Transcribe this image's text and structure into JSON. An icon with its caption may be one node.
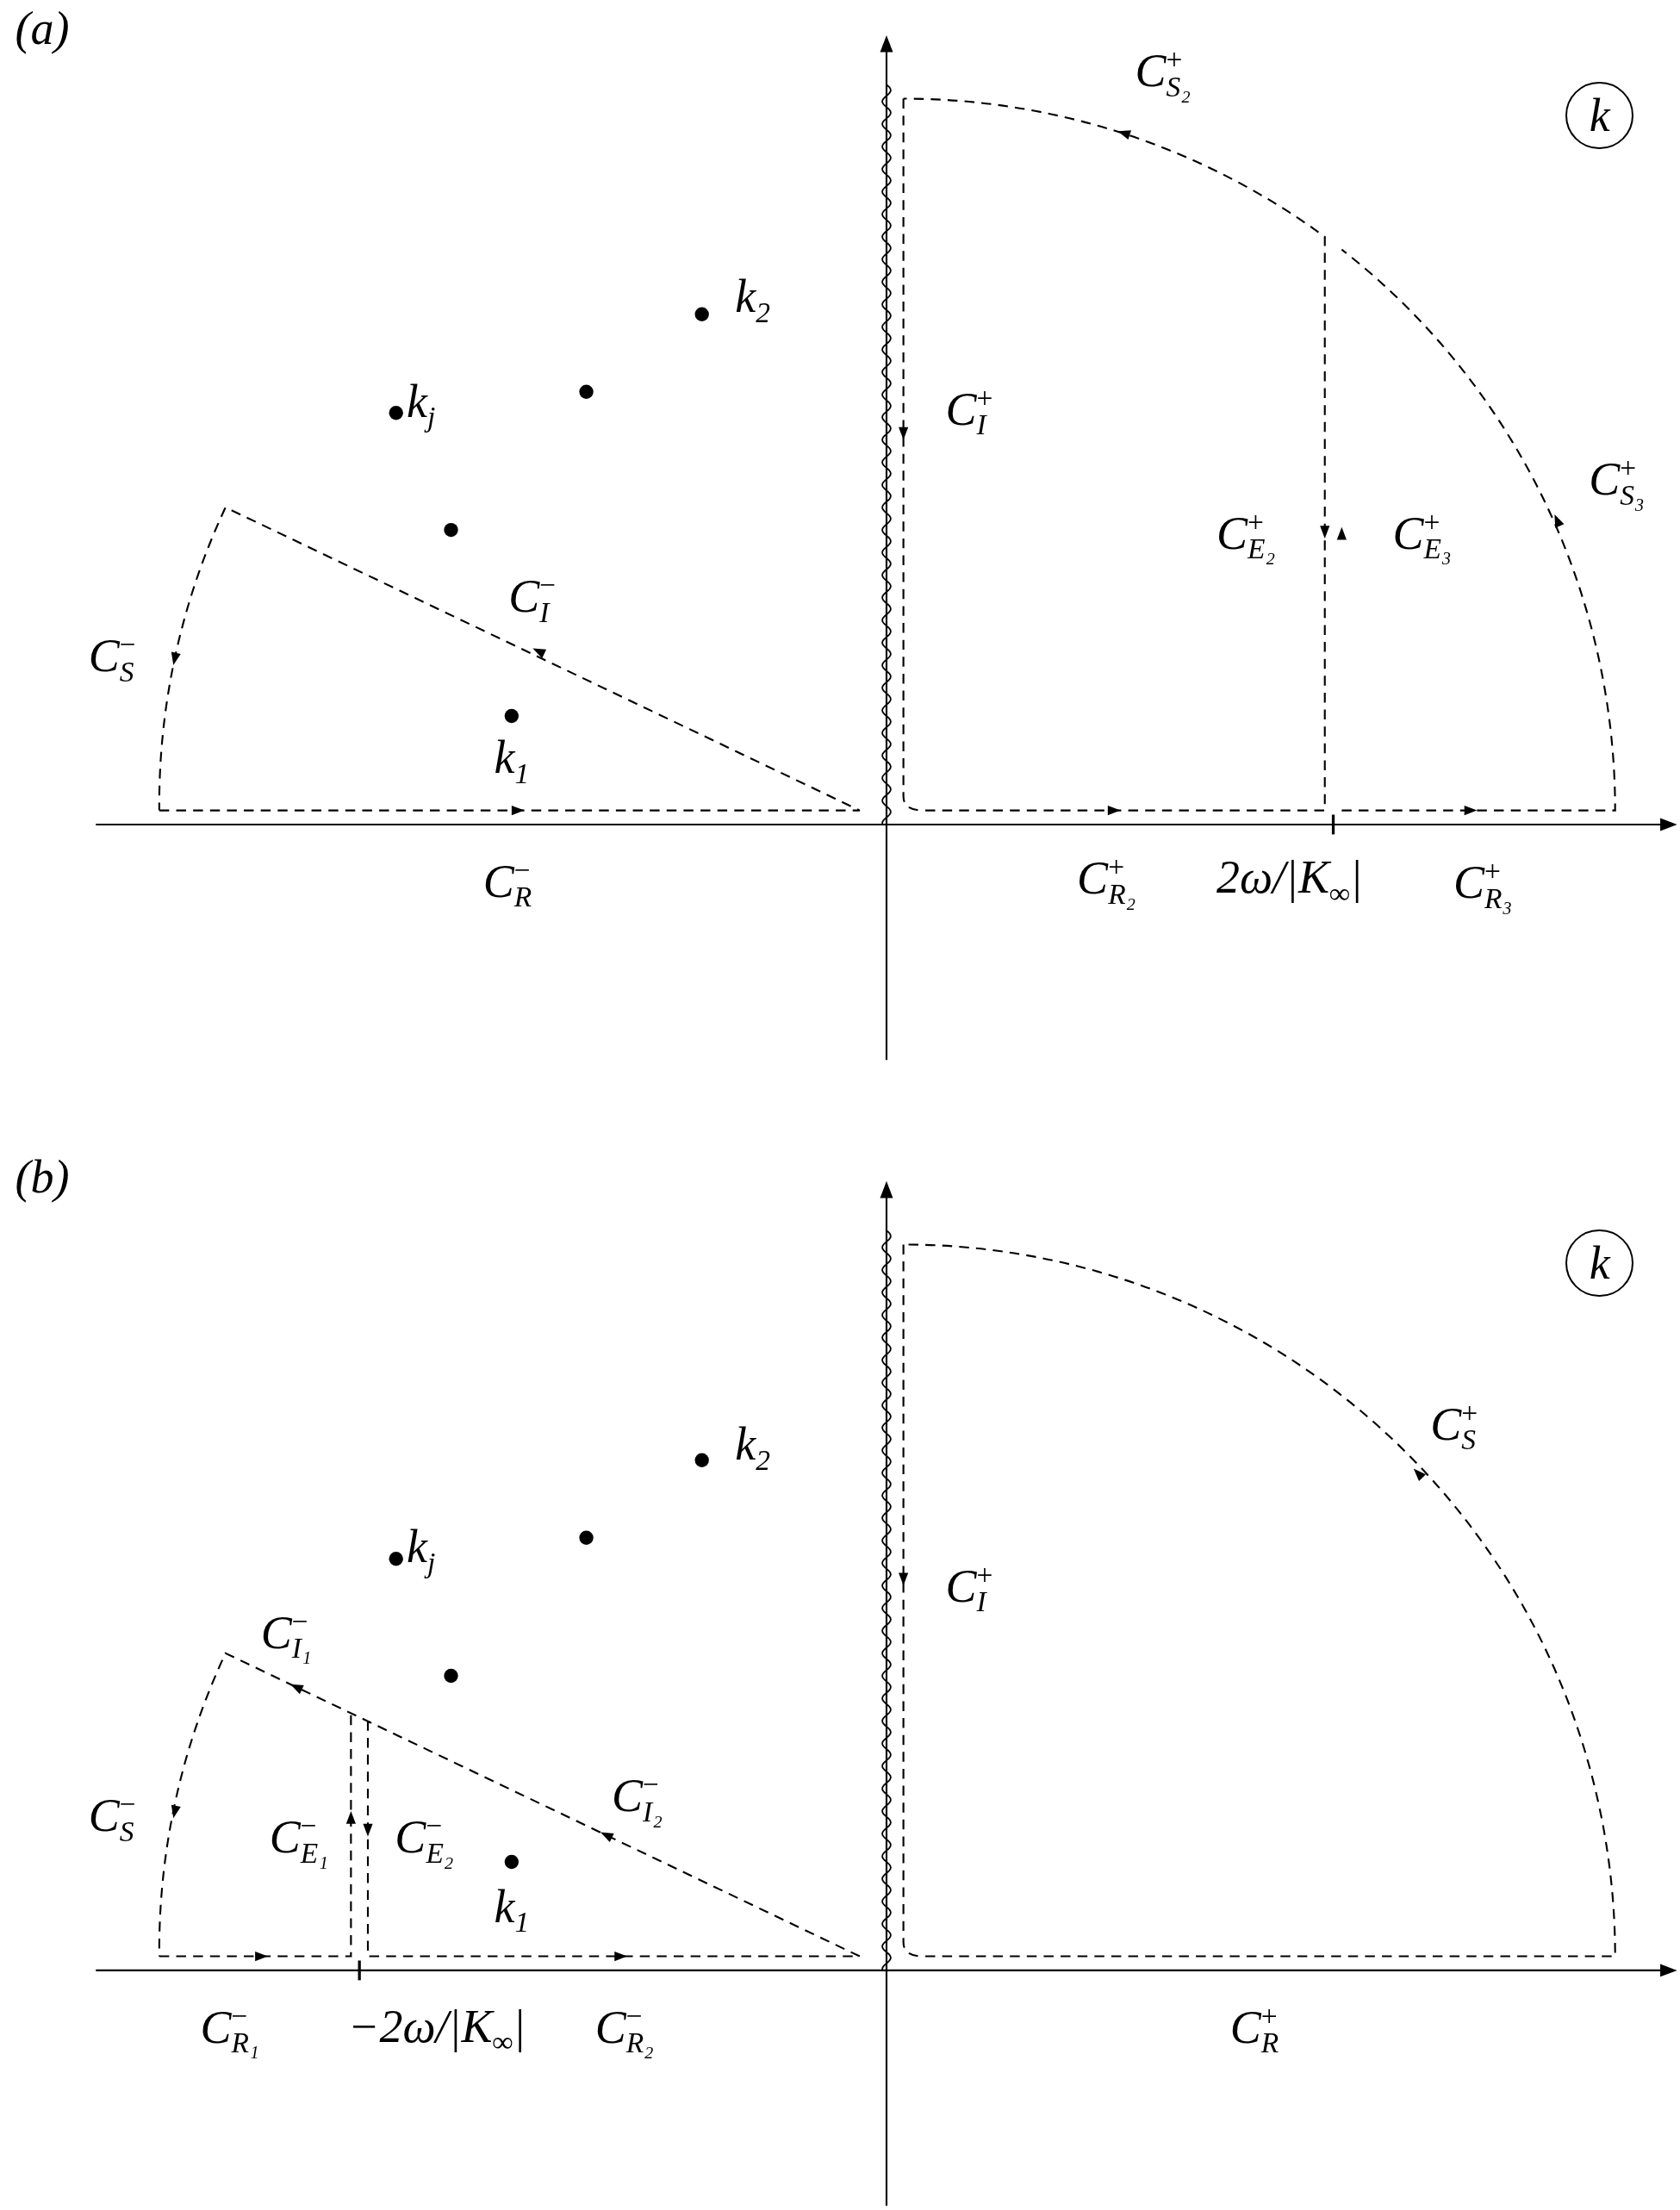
{
  "diagram": {
    "nodes": [
      {
        "text": [
          "k"
        ]
      },
      {
        "text": [
          "k"
        ]
      }
    ],
    "labels": [
      "(a)",
      "C$^{+}$$_{S₂}$",
      "k$_{2}$",
      "k$_{j}$",
      "C$^{+}$$_{I}$",
      "C$^{+}$$_{S₃}$",
      "C$^{+}$$_{E₂}$",
      "C$^{+}$$_{E₃}$",
      "C$^{−}$$_{I}$",
      "C$^{−}$$_{S}$",
      "k$_{1}$",
      "C$^{−}$$_{R}$",
      "C$^{+}$$_{R₂}$",
      "2ω/|K$_{∞}$|",
      "C$^{+}$$_{R₃}$",
      "(b)",
      "C$^{+}$$_{S}$",
      "k$_{2}$",
      "k$_{j}$",
      "C$^{+}$$_{I}$",
      "C$^{−}$$_{I₁}$",
      "C$^{−}$$_{S}$",
      "C$^{−}$$_{E₁}$",
      "C$^{−}$$_{E₂}$",
      "C$^{−}$$_{I₂}$",
      "k$_{1}$",
      "C$^{−}$$_{R₁}$",
      "−2ω/|K$_{∞}$|",
      "C$^{−}$$_{R₂}$",
      "C$^{+}$$_{R}$"
    ]
  }
}
